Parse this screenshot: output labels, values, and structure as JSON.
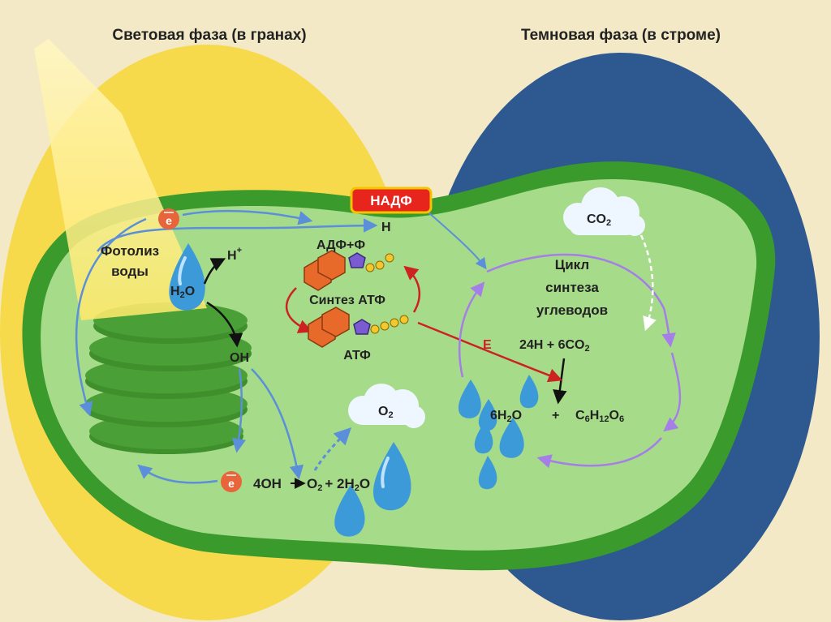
{
  "titles": {
    "light_phase": "Световая фаза (в гранах)",
    "dark_phase": "Темновая фаза (в строме)"
  },
  "light": {
    "photolysis": [
      "Фотолиз",
      "воды"
    ],
    "h2o_main": "H",
    "h2o_sub": "2",
    "h2o_o": "O",
    "h_plus": "H",
    "h_plus_sup": "+",
    "oh": "OH",
    "electron": "e",
    "h_arrive": "H",
    "reaction": {
      "left": "4OH",
      "o2": "O",
      "o2_sub": "2",
      "plus": "+ 2H",
      "h_sub": "2",
      "o": "O"
    },
    "o2_cloud": {
      "o": "O",
      "sub": "2"
    }
  },
  "atp": {
    "adp_label": "АДФ+Ф",
    "synthesis_label": "Синтез АТФ",
    "atp_label": "АТФ"
  },
  "nadp": {
    "label": "НАДФ"
  },
  "dark": {
    "co2": {
      "c": "CO",
      "sub": "2"
    },
    "cycle": [
      "Цикл",
      "синтеза",
      "углеводов"
    ],
    "input": {
      "text": "24H + 6CO",
      "sub": "2"
    },
    "e_label": "E",
    "output": {
      "h2o_a": "6H",
      "h2o_sub": "2",
      "h2o_b": "O",
      "plus": "+",
      "c": "C",
      "c_sub": "6",
      "h": "H",
      "h_sub": "12",
      "o": "O",
      "o_sub": "6"
    }
  },
  "colors": {
    "background": "#f3e9c6",
    "light_phase": "#f7d94c",
    "dark_phase": "#2e5890",
    "membrane": "#3a9a2c",
    "stroma": "#a6db8a",
    "granum": "#4aa037",
    "electron": "#e8643a",
    "blue_arrow": "#5b8fd9",
    "red_arrow": "#cc2222",
    "cycle_arrow": "#a57ee8",
    "nadp_box": "#e8251c",
    "nadp_border": "#f4c400",
    "water": "#3d9ad9"
  }
}
